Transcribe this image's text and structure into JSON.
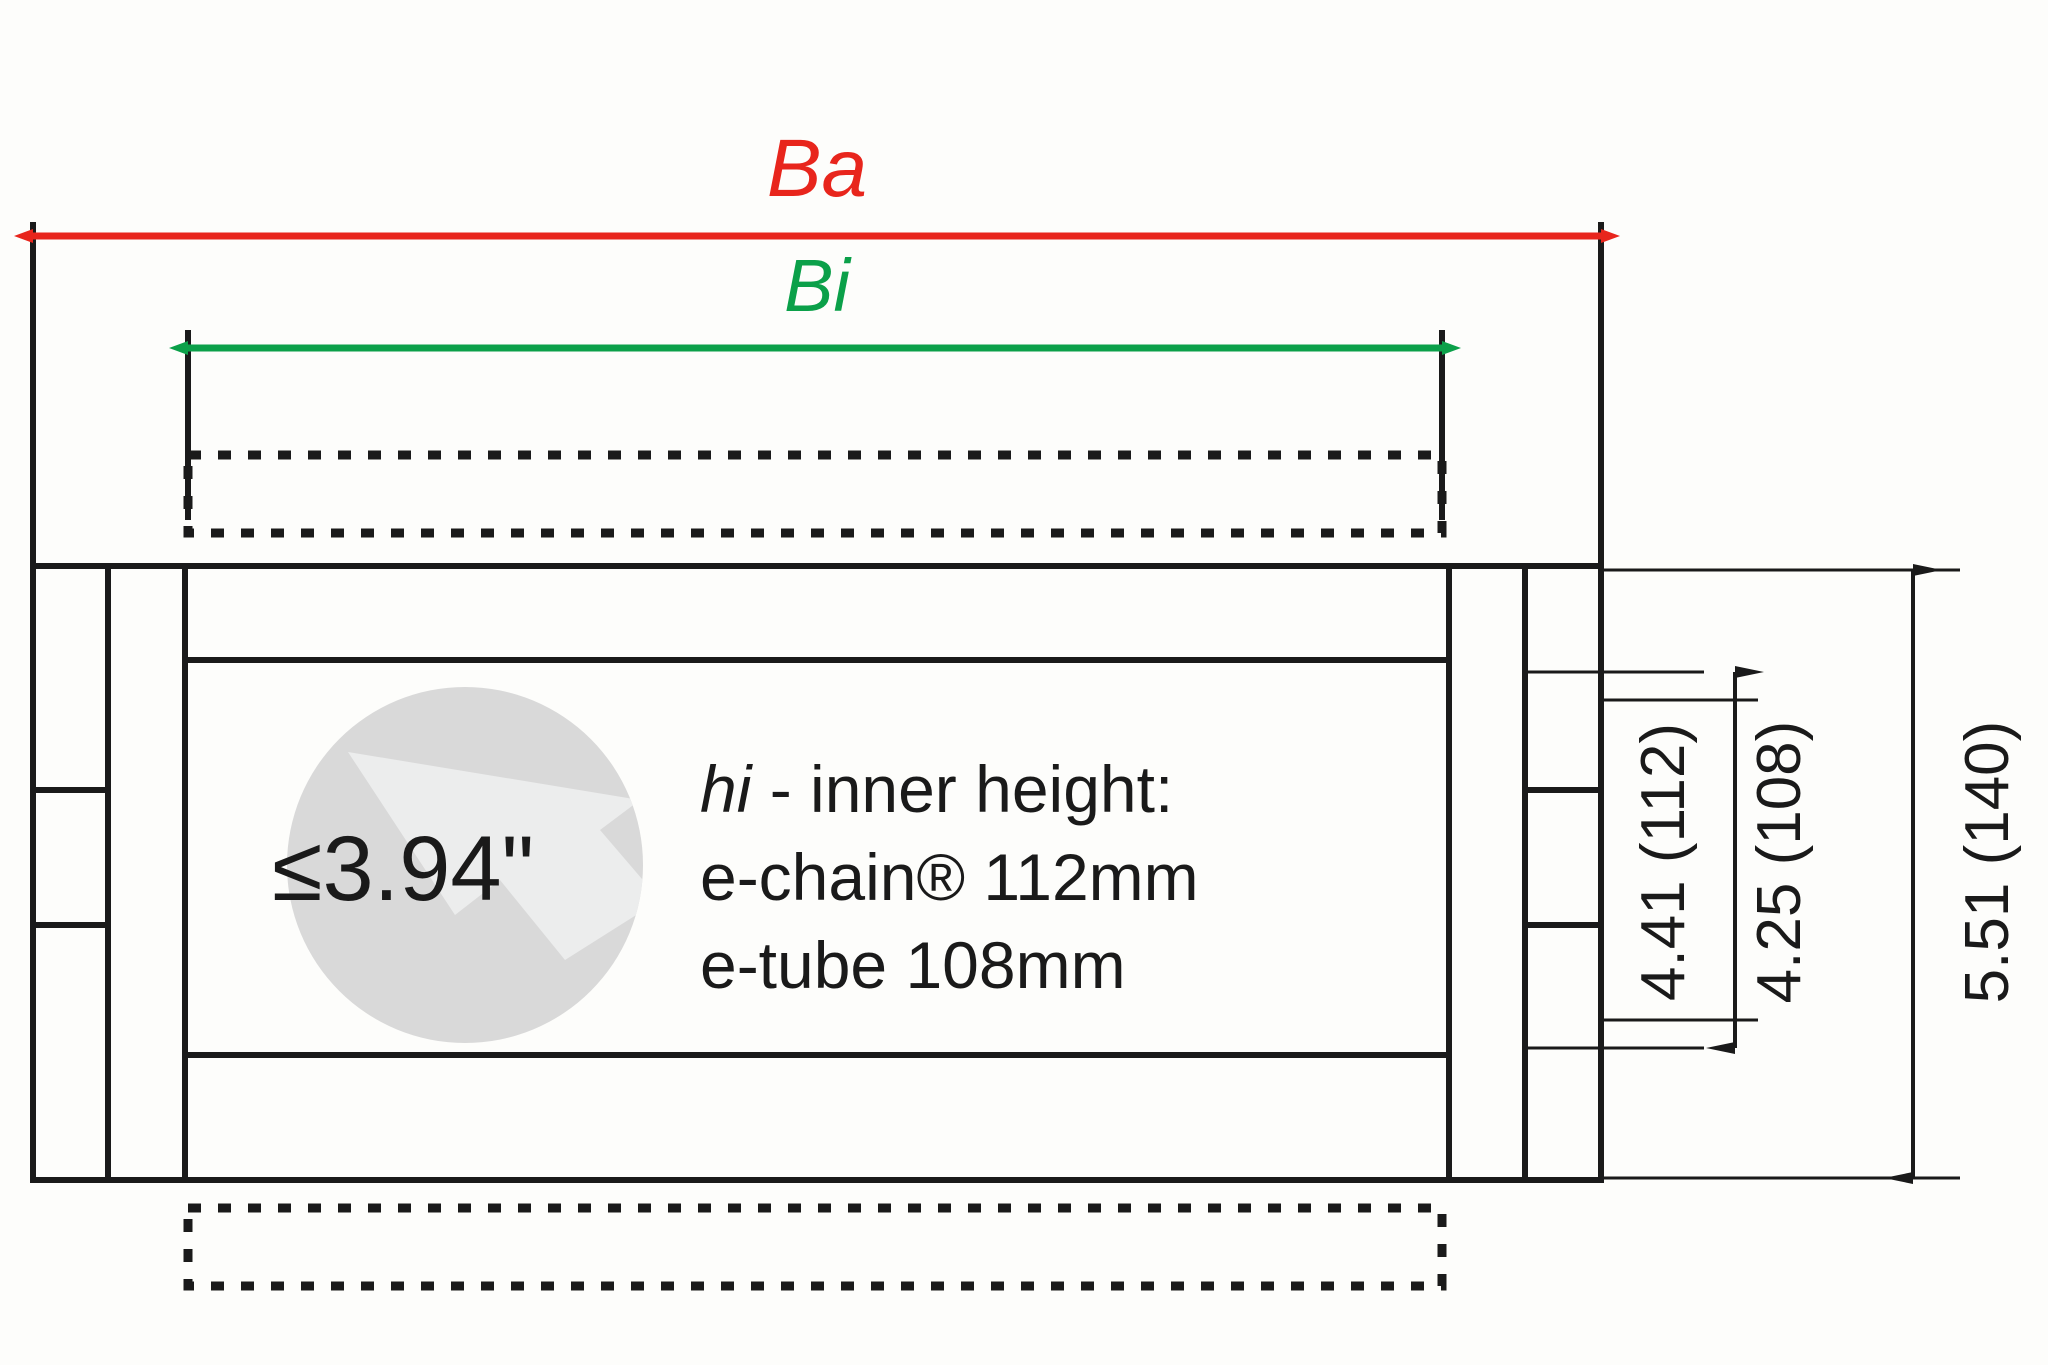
{
  "diagram": {
    "title": "e-chain / e-tube inner height cross-section drawing",
    "colors": {
      "outer_width_red": "#e8251c",
      "inner_width_green": "#0ba049",
      "outline_black": "#1a1a1a",
      "badge_circle_gray": "#d6d6d6",
      "badge_arrow_gray": "#eaeaea",
      "background": "#fdfdfb"
    },
    "width_dimensions": [
      {
        "id": "outer-width",
        "label": "Ba",
        "color": "#e8251c",
        "description": "outer width dimension arrow, topmost"
      },
      {
        "id": "inner-width",
        "label": "Bi",
        "color": "#0ba049",
        "description": "inner width dimension arrow, second row"
      }
    ],
    "height_dimensions": [
      {
        "id": "inner-height-echain",
        "label": "4.41 (112)",
        "orientation": "vertical",
        "description": "e-chain inner height, inches (mm)"
      },
      {
        "id": "inner-height-etube",
        "label": "4.25 (108)",
        "orientation": "vertical",
        "description": "e-tube inner height, inches (mm)"
      },
      {
        "id": "overall-height",
        "label": "5.51 (140)",
        "orientation": "vertical",
        "description": "overall outer height, inches (mm)"
      }
    ],
    "badge": {
      "icon": "pointer-arrow-icon",
      "value": "≤3.94\""
    },
    "callout": {
      "line1_italic": "hi",
      "line1_rest": " - inner height:",
      "line2": "e-chain® 112mm",
      "line3": "e-tube 108mm"
    }
  }
}
